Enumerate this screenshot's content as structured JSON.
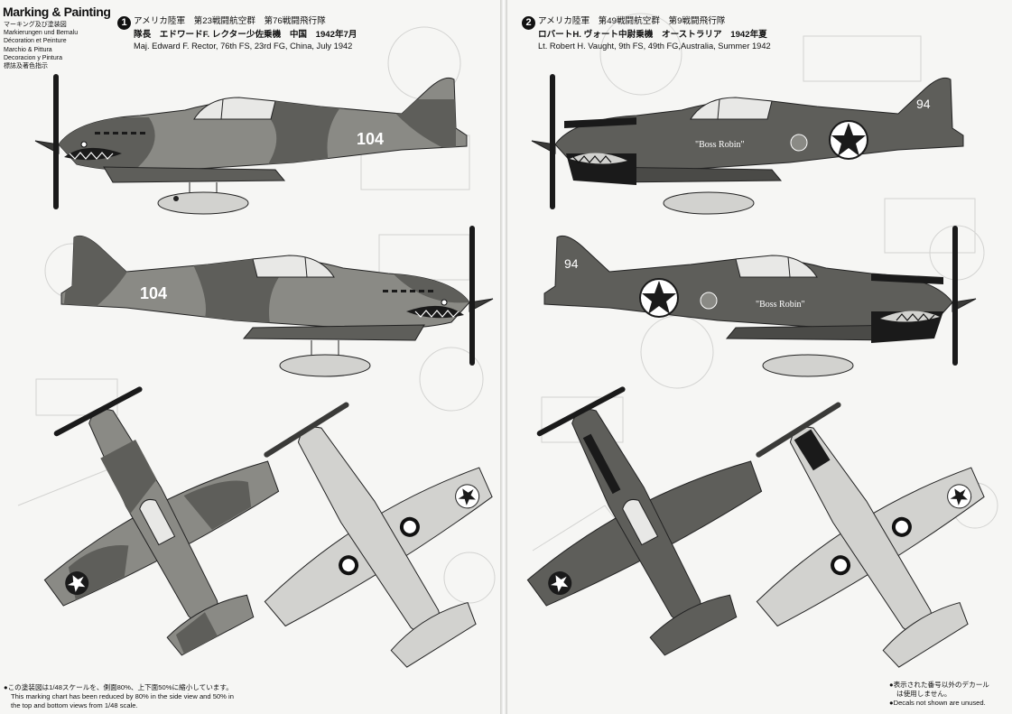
{
  "header": {
    "title": "Marking & Painting",
    "languages": [
      "マーキング及び塗装図",
      "Markierungen und Bemalu",
      "Décoration et Peinture",
      "Marchio & Pittura",
      "Decoracion y Pintura",
      "標誌及著色指示"
    ]
  },
  "scheme1": {
    "number": "1",
    "line1": "アメリカ陸軍　第23戦闘航空群　第76戦闘飛行隊",
    "line2": "隊長　エドワードF. レクター少佐乗機　中国　1942年7月",
    "line3": "Maj. Edward F. Rector, 76th FS, 23rd FG, China, July 1942",
    "fuselage_code": "104"
  },
  "scheme2": {
    "number": "2",
    "line1": "アメリカ陸軍　第49戦闘航空群　第9戦闘飛行隊",
    "line2": "ロバートH. ヴォート中尉乗機　オーストラリア　1942年夏",
    "line3": "Lt. Robert H. Vaught, 9th FS, 49th FG,Australia, Summer 1942",
    "fuselage_code": "94",
    "nose_art": "\"Boss Robin\""
  },
  "footnote_left": [
    "●この塗装図は1/48スケールを、側面80%、上下面50%に縮小しています。",
    "This marking chart has been reduced by 80% in the side view and 50% in",
    "the top and bottom views from 1/48 scale."
  ],
  "footnote_right": [
    "●表示された番号以外のデカール",
    "は使用しません。",
    "●Decals not shown are unused."
  ],
  "colors": {
    "olive": "#5e5e5a",
    "tan": "#8a8a85",
    "light": "#d2d2cf",
    "dark": "#1a1a1a"
  }
}
